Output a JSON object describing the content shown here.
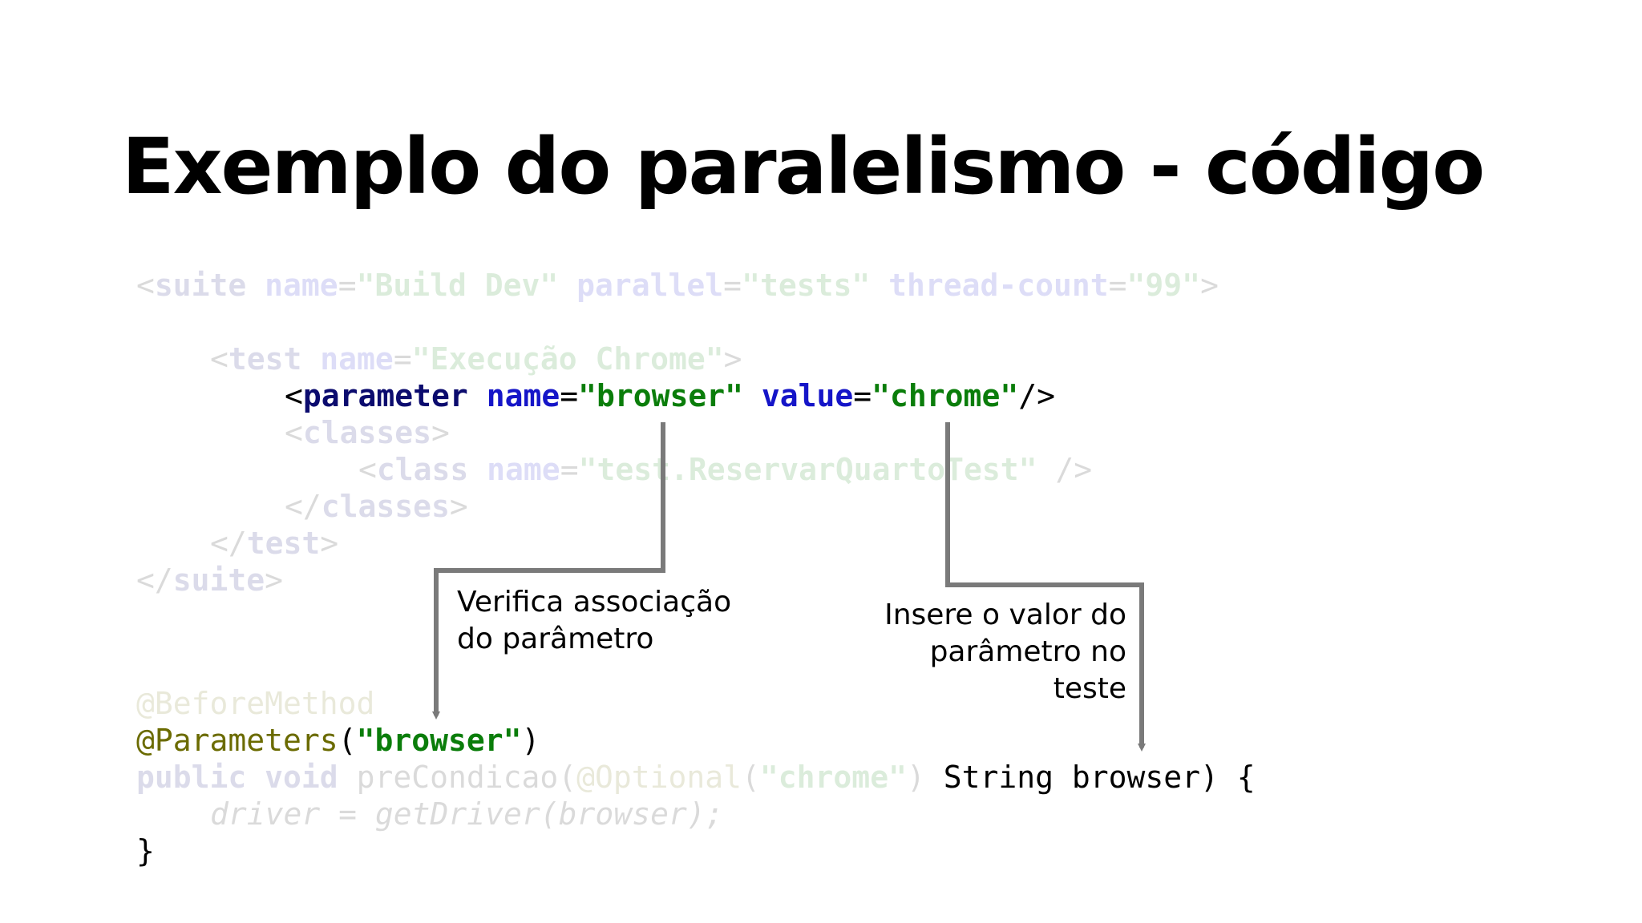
{
  "title": "Exemplo do paralelismo - código",
  "xml": {
    "suite_open": {
      "lt": "<",
      "tag": "suite",
      "attr1": "name",
      "eq": "=",
      "val1": "\"Build Dev\"",
      "attr2": "parallel",
      "val2": "\"tests\"",
      "attr3": "thread-count",
      "val3": "\"99\"",
      "gt": ">"
    },
    "test_open": {
      "lt": "<",
      "tag": "test",
      "attr": "name",
      "eq": "=",
      "val": "\"Execução Chrome\"",
      "gt": ">"
    },
    "parameter": {
      "lt": "<",
      "tag": "parameter",
      "attr1": "name",
      "eq": "=",
      "val1": "\"browser\"",
      "attr2": "value",
      "val2": "\"chrome\"",
      "end": "/>"
    },
    "classes_open": {
      "lt": "<",
      "tag": "classes",
      "gt": ">"
    },
    "class_line": {
      "lt": "<",
      "tag": "class",
      "attr": "name",
      "eq": "=",
      "val": "\"test.ReservarQuartoTest\"",
      "end": " />"
    },
    "classes_close": {
      "lt": "</",
      "tag": "classes",
      "gt": ">"
    },
    "test_close": {
      "lt": "</",
      "tag": "test",
      "gt": ">"
    },
    "suite_close": {
      "lt": "</",
      "tag": "suite",
      "gt": ">"
    }
  },
  "java": {
    "before_method": "@BeforeMethod",
    "parameters_ann": "@Parameters",
    "parameters_open": "(",
    "parameters_val": "\"browser\"",
    "parameters_close": ")",
    "public": "public",
    "void": "void",
    "method": "preCondicao(",
    "optional": "@Optional",
    "optional_open": "(",
    "optional_val": "\"chrome\"",
    "optional_close": ")",
    "signature_rest": " String browser) {",
    "body_line": "driver = getDriver(browser);",
    "closing_brace": "}"
  },
  "callouts": {
    "left": [
      "Verifica associação",
      "do parâmetro"
    ],
    "right": [
      "Insere o valor do",
      "parâmetro no",
      "teste"
    ]
  },
  "colors": {
    "arrow": "#7a7a7a",
    "xml_tag": "#0b0b6e",
    "xml_attr": "#1515c8",
    "string": "#0a7d0a",
    "annotation": "#6b6b00"
  }
}
